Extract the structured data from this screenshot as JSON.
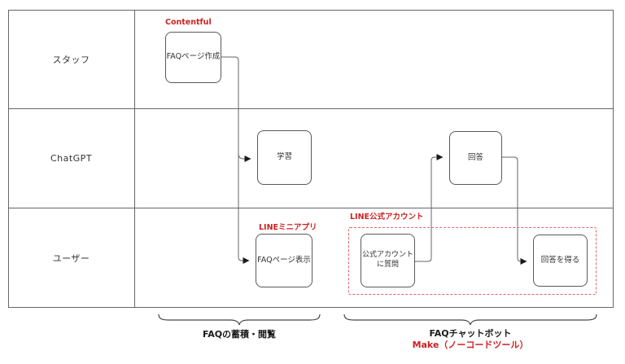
{
  "diagram": {
    "lanes": [
      {
        "label": "スタッフ"
      },
      {
        "label": "ChatGPT"
      },
      {
        "label": "ユーザー"
      }
    ],
    "nodes": {
      "faq_create": {
        "label": "FAQページ作成",
        "tag": "Contentful"
      },
      "learn": {
        "label": "学習"
      },
      "faq_view": {
        "label": "FAQページ表示",
        "tag": "LINEミニアプリ"
      },
      "ask_official": {
        "label": "公式アカウント\nに質問"
      },
      "answer": {
        "label": "回答"
      },
      "get_answer": {
        "label": "回答を得る"
      }
    },
    "group": {
      "label": "LINE公式アカウント"
    },
    "braces": [
      {
        "label": "FAQの蓄積・閲覧"
      },
      {
        "label": "FAQチャットボット",
        "sublabel": "Make（ノーコードツール）"
      }
    ],
    "colors": {
      "accent_red": "#cc2222",
      "dashed_red": "#e06666",
      "line_gray": "#666666",
      "border_gray": "#595959"
    }
  }
}
